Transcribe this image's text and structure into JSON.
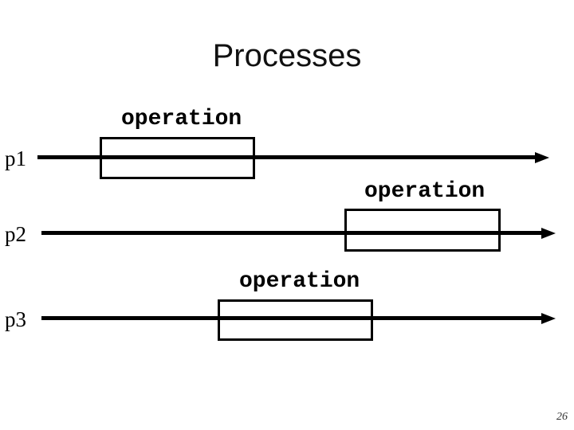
{
  "slide": {
    "title": "Processes",
    "page_number": "26"
  },
  "diagram": {
    "processes": [
      {
        "label": "p1",
        "operation_label": "operation"
      },
      {
        "label": "p2",
        "operation_label": "operation"
      },
      {
        "label": "p3",
        "operation_label": "operation"
      }
    ]
  },
  "colors": {
    "background": "#ffffff",
    "foreground": "#000000",
    "page_number": "#333333"
  }
}
